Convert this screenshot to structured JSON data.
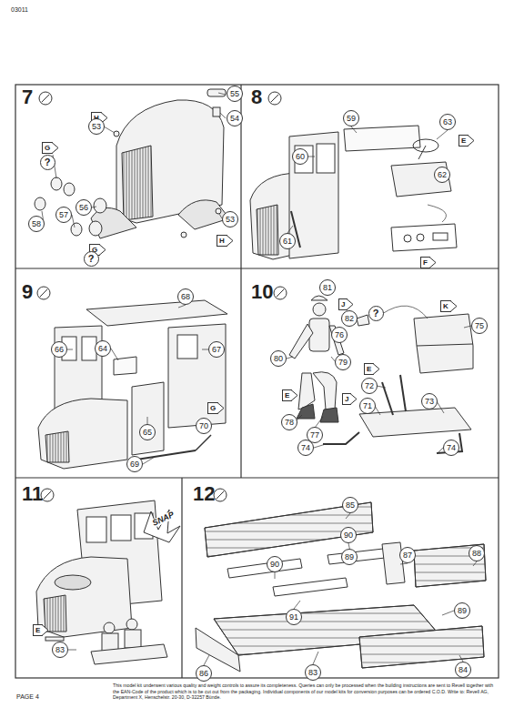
{
  "diagram": {
    "labels": [
      "03011",
      "7",
      "55",
      "54",
      "H",
      "53",
      "G",
      "?",
      "56",
      "57",
      "58",
      "G",
      "?",
      "53",
      "H",
      "8",
      "59",
      "63",
      "E",
      "62",
      "60",
      "61",
      "F",
      "9",
      "68",
      "66",
      "64",
      "67",
      "G",
      "70",
      "65",
      "69",
      "10",
      "81",
      "J",
      "82",
      "76",
      "80",
      "79",
      "E",
      "J",
      "78",
      "77",
      "?",
      "K",
      "75",
      "E",
      "72",
      "71",
      "73",
      "74",
      "74",
      "11",
      "SNAP",
      "E",
      "83",
      "12",
      "85",
      "90",
      "90",
      "89",
      "87",
      "88",
      "91",
      "89",
      "84",
      "83",
      "86",
      "PAGE 4",
      "This model kit underwent various quality and weight controls to assure its completeness. Queries can only be processed when the building instructions are sent to Revell together with the EAN-Code of the product which is to be cut out from the packaging. Individual components of our model kits for conversion purposes can be ordered C.O.D. Write to: Revell AG, Department X, Henschelstr. 20-30, D-32257 Bünde."
    ]
  }
}
